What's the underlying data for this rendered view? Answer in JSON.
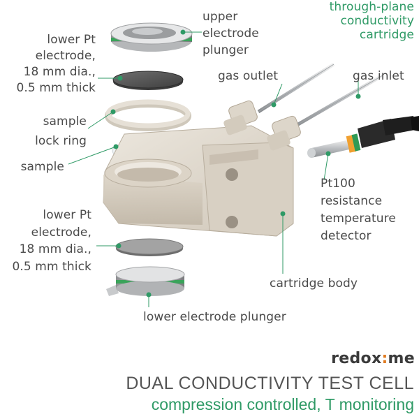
{
  "labels": {
    "upper_plunger": "upper\nelectrode\nplunger",
    "through_plane": "through-plane\nconductivity\ncartridge",
    "lower_pt_top": "lower Pt\nelectrode,\n18 mm dia.,\n0.5 mm thick",
    "gas_outlet": "gas outlet",
    "gas_inlet": "gas inlet",
    "lock_ring": "sample\nlock ring",
    "sample": "sample",
    "pt100": "Pt100\nresistance\ntemperature\ndetector",
    "lower_pt_bottom": "lower Pt\nelectrode,\n18 mm dia.,\n0.5 mm thick",
    "cartridge_body": "cartridge body",
    "lower_plunger": "lower electrode plunger"
  },
  "brand": {
    "name_start": "redox",
    "name_dot": ":",
    "name_end": "me"
  },
  "title": "DUAL CONDUCTIVITY TEST CELL",
  "subtitle": "compression controlled, T monitoring",
  "colors": {
    "accent_green": "#2f9a66",
    "label_text": "#4b4b4b",
    "title_text": "#555555",
    "brand_dot": "#e07a1f"
  }
}
